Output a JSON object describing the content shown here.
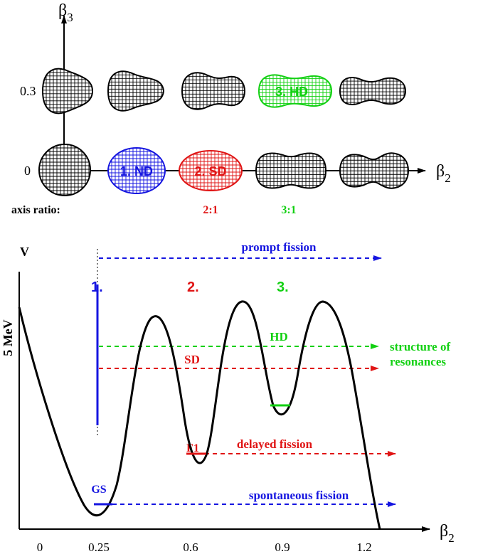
{
  "shapes_panel": {
    "y_axis_label": "β",
    "y_axis_sub": "3",
    "x_axis_label": "β",
    "x_axis_sub": "2",
    "y_tick_03": "0.3",
    "y_tick_0": "0",
    "shape_nd": "1. ND",
    "shape_sd": "2. SD",
    "shape_hd": "3. HD",
    "axis_ratio_label": "axis ratio:",
    "ratio_sd": "2:1",
    "ratio_hd": "3:1"
  },
  "potential_panel": {
    "y_axis_label": "V",
    "energy_scale": "5 MeV",
    "x_axis_label": "β",
    "x_axis_sub": "2",
    "x_ticks": [
      "0",
      "0.25",
      "0.6",
      "0.9",
      "1.2"
    ],
    "well_1": "1.",
    "well_2": "2.",
    "well_3": "3.",
    "prompt_fission": "prompt fission",
    "hd_label": "HD",
    "sd_label": "SD",
    "structure_label_1": "structure of",
    "structure_label_2": "resonances",
    "f1_label": "F1",
    "delayed_fission": "delayed fission",
    "gs_label": "GS",
    "spontaneous_fission": "spontaneous fission"
  },
  "colors": {
    "blue": "#1515e0",
    "red": "#e01515",
    "green": "#12d012",
    "black": "#000000"
  }
}
